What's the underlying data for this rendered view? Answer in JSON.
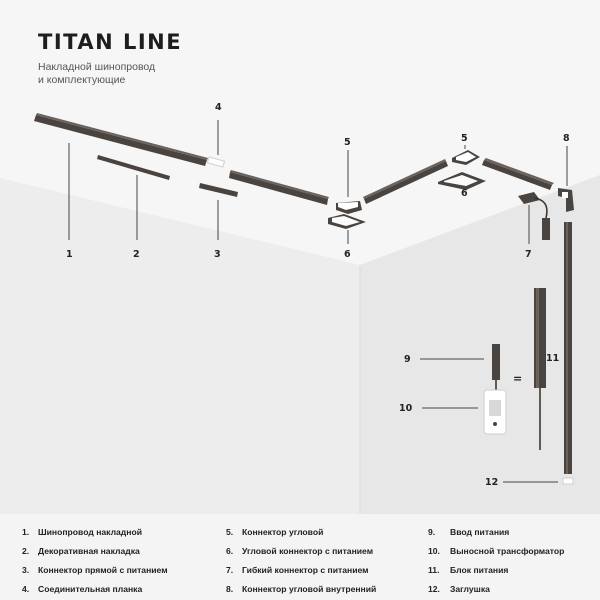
{
  "header": {
    "title": "TITAN LINE",
    "subtitle_line1": "Накладной шинопровод",
    "subtitle_line2": "и комплектующие"
  },
  "callouts": {
    "c1": "1",
    "c2": "2",
    "c3": "3",
    "c4": "4",
    "c5a": "5",
    "c5b": "5",
    "c6a": "6",
    "c6b": "6",
    "c7": "7",
    "c8": "8",
    "c9": "9",
    "c10": "10",
    "c11": "11",
    "c12": "12",
    "equals": "="
  },
  "legend": {
    "col1": [
      {
        "num": "1.",
        "label": "Шинопровод накладной"
      },
      {
        "num": "2.",
        "label": "Декоративная накладка"
      },
      {
        "num": "3.",
        "label": "Коннектор прямой с питанием"
      },
      {
        "num": "4.",
        "label": "Соединительная планка"
      }
    ],
    "col2": [
      {
        "num": "5.",
        "label": "Коннектор угловой"
      },
      {
        "num": "6.",
        "label": "Угловой коннектор с питанием"
      },
      {
        "num": "7.",
        "label": "Гибкий коннектор с питанием"
      },
      {
        "num": "8.",
        "label": "Коннектор угловой внутренний"
      }
    ],
    "col3": [
      {
        "num": "9.",
        "label": "Ввод питания"
      },
      {
        "num": "10.",
        "label": "Выносной трансформатор"
      },
      {
        "num": "11.",
        "label": "Блок питания"
      },
      {
        "num": "12.",
        "label": "Заглушка"
      }
    ]
  },
  "colors": {
    "track": "#4a4440",
    "ceiling": "#f5f5f5",
    "wall_left": "#ececec",
    "wall_right": "#e6e6e6"
  }
}
